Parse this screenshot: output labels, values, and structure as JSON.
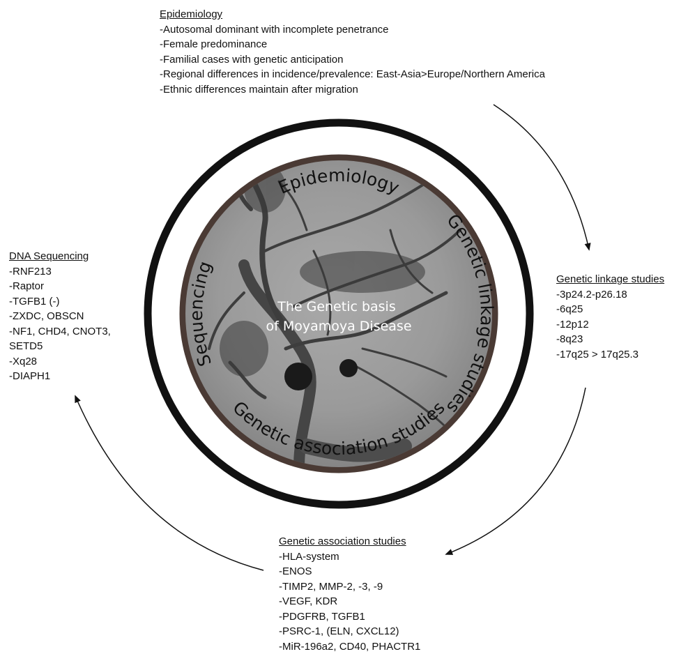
{
  "center_title": [
    "The Genetic basis",
    "of Moyamoya Disease"
  ],
  "ring_labels": {
    "top": "Epidemiology",
    "right": "Genetic linkage studies",
    "bottom": "Genetic association studies",
    "left": "Sequencing"
  },
  "epidemiology": {
    "heading": "Epidemiology",
    "items": [
      "-Autosomal dominant with incomplete penetrance",
      "-Female predominance",
      "-Familial cases with genetic anticipation",
      "-Regional differences in incidence/prevalence: East-Asia>Europe/Northern America",
      "-Ethnic differences maintain after migration"
    ]
  },
  "linkage": {
    "heading": "Genetic linkage studies",
    "items": [
      "-3p24.2-p26.18",
      "-6q25",
      "-12p12",
      "-8q23",
      "-17q25 > 17q25.3"
    ]
  },
  "association": {
    "heading": "Genetic association studies",
    "items": [
      "-HLA-system",
      "-ENOS",
      "-TIMP2, MMP-2, -3, -9",
      "-VEGF, KDR",
      "-PDGFRB, TGFB1",
      "-PSRC-1, (ELN, CXCL12)",
      "-MiR-196a2, CD40, PHACTR1"
    ]
  },
  "sequencing": {
    "heading": "DNA Sequencing",
    "items": [
      "-RNF213",
      "-Raptor",
      "-TGFB1 (-)",
      "-ZXDC, OBSCN",
      "-NF1, CHD4, CNOT3,",
      "SETD5",
      "-Xq28",
      "-DIAPH1"
    ]
  }
}
